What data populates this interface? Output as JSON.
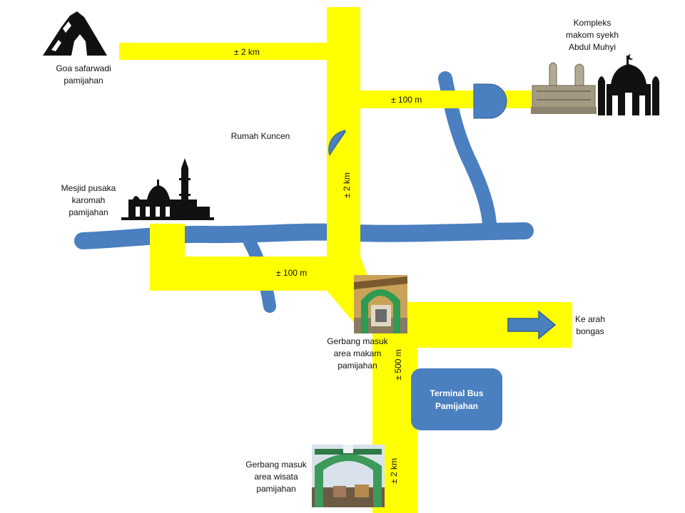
{
  "colors": {
    "road": "#ffff00",
    "river": "#4a7fc0",
    "marker": "#4a7fc0",
    "silhouette": "#111111",
    "terminal": "#4a7fc0"
  },
  "places": {
    "goa": "Goa safarwadi\npamijahan",
    "makom": "Kompleks\nmakom syekh\nAbdul Muhyi",
    "kuncen": "Rumah Kuncen",
    "mesjid": "Mesjid pusaka\nkaromah\npamijahan",
    "gerbang_makam": "Gerbang masuk\narea makam\npamijahan",
    "bongas": "Ke arah\nbongas",
    "gerbang_wisata": "Gerbang masuk\narea wisata\npamijahan",
    "terminal": "Terminal Bus\nPamijahan"
  },
  "distances": {
    "top_road": "± 2 km",
    "makom_road": "± 100 m",
    "vertical_main": "± 2 km",
    "lower_road": "± 100 m",
    "south_road": "± 500 m",
    "bottom_road": "± 2 km"
  },
  "icons": {
    "cave": "cave-icon",
    "mosque_makom": "mosque-dome-icon",
    "tomb": "tomb-icon",
    "mosque_pusaka": "mosque-minaret-icon",
    "arrow": "arrow-right-icon",
    "marker": "half-circle-marker-icon"
  }
}
